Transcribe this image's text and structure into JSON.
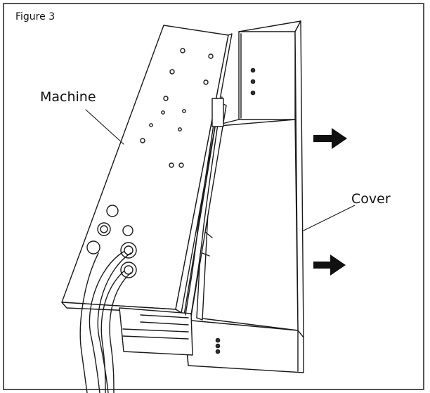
{
  "figure": {
    "title": "Figure 3",
    "labels": {
      "machine": "Machine",
      "cover": "Cover"
    }
  },
  "colors": {
    "line": "#1a1a1a",
    "frame": "#555555",
    "arrow": "#111111",
    "background": "#ffffff"
  },
  "icons": {
    "arrow": "right-arrow-icon"
  }
}
